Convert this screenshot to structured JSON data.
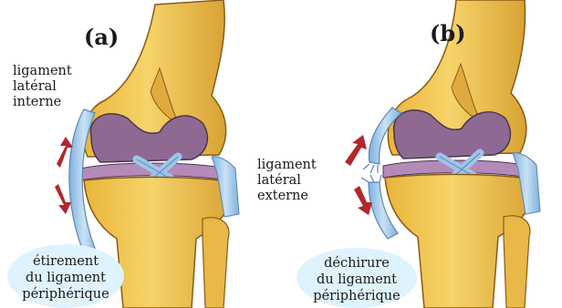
{
  "panels": [
    {
      "label": "(a)"
    },
    {
      "label": "(b)"
    }
  ],
  "annotations": {
    "internal_ligament": [
      "ligament",
      "latéral",
      "interne"
    ],
    "external_ligament": [
      "ligament",
      "latéral",
      "externe"
    ],
    "stretch_caption": [
      "étirement",
      "du ligament",
      "périphérique"
    ],
    "tear_caption": [
      "déchirure",
      "du ligament",
      "périphérique"
    ]
  },
  "colors": {
    "bone": "#f2c94c",
    "bone_shade": "#c9962a",
    "cartilage": "#8e6a93",
    "ligament": "#9fc5e8",
    "ligament_edge": "#5b86b5",
    "arrow": "#b3262b",
    "bubble": "#dff3ff"
  }
}
